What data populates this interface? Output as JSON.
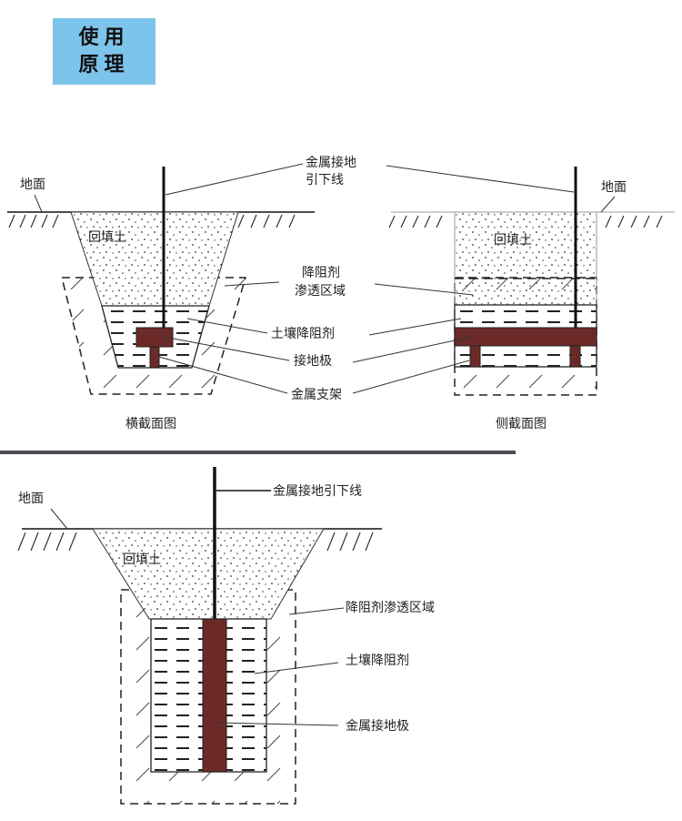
{
  "badge": {
    "line1": "使用",
    "line2": "原理"
  },
  "colors": {
    "badge_bg": "#7dc4ea",
    "electrode": "#6b2a28",
    "divider": "#4a4d52"
  },
  "top_diagram": {
    "callouts": {
      "lead_wire_line1": "金属接地",
      "lead_wire_line2": "引下线",
      "penetration_line1": "降阻剂",
      "penetration_line2": "渗透区域",
      "reducer": "土壤降阻剂",
      "electrode": "接地极",
      "bracket": "金属支架"
    },
    "cross_section": {
      "ground": "地面",
      "backfill": "回填土",
      "caption": "横截面图"
    },
    "side_section": {
      "ground": "地面",
      "backfill": "回填土",
      "caption": "侧截面图"
    }
  },
  "bottom_diagram": {
    "ground": "地面",
    "backfill": "回填土",
    "lead_wire": "金属接地引下线",
    "penetration": "降阻剂渗透区域",
    "reducer": "土壤降阻剂",
    "electrode": "金属接地极"
  }
}
